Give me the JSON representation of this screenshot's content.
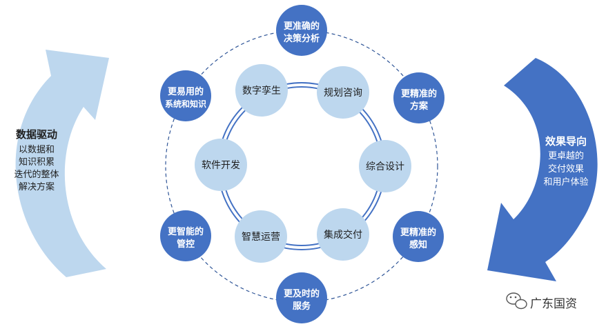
{
  "colors": {
    "dark_blue": "#4472c4",
    "light_blue": "#bdd7ee",
    "ring_line": "#4472c4",
    "dashed_line": "#2f5597",
    "left_arrow": "#bdd7ee",
    "right_arrow": "#4472c4",
    "white": "#ffffff",
    "dark_text": "#1f1f1f"
  },
  "left_arrow": {
    "title": "数据驱动",
    "lines": [
      "以数据和",
      "知识积累",
      "迭代的整体",
      "解决方案"
    ]
  },
  "right_arrow": {
    "title": "效果导向",
    "lines": [
      "更卓越的",
      "交付效果",
      "和用户体验"
    ]
  },
  "outer_circles": [
    {
      "lines": [
        "更准确的",
        "决策分析"
      ]
    },
    {
      "lines": [
        "更精准的",
        "方案"
      ]
    },
    {
      "lines": [
        "更精准的",
        "感知"
      ]
    },
    {
      "lines": [
        "更及时的",
        "服务"
      ]
    },
    {
      "lines": [
        "更智能的",
        "管控"
      ]
    },
    {
      "lines": [
        "更易用的",
        "系统和知识"
      ]
    }
  ],
  "inner_circles": [
    {
      "label": "规划咨询"
    },
    {
      "label": "综合设计"
    },
    {
      "label": "集成交付"
    },
    {
      "label": "智慧运营"
    },
    {
      "label": "软件开发"
    },
    {
      "label": "数字孪生"
    }
  ],
  "watermark": {
    "icon": "wechat-icon",
    "text": "广东国资"
  }
}
